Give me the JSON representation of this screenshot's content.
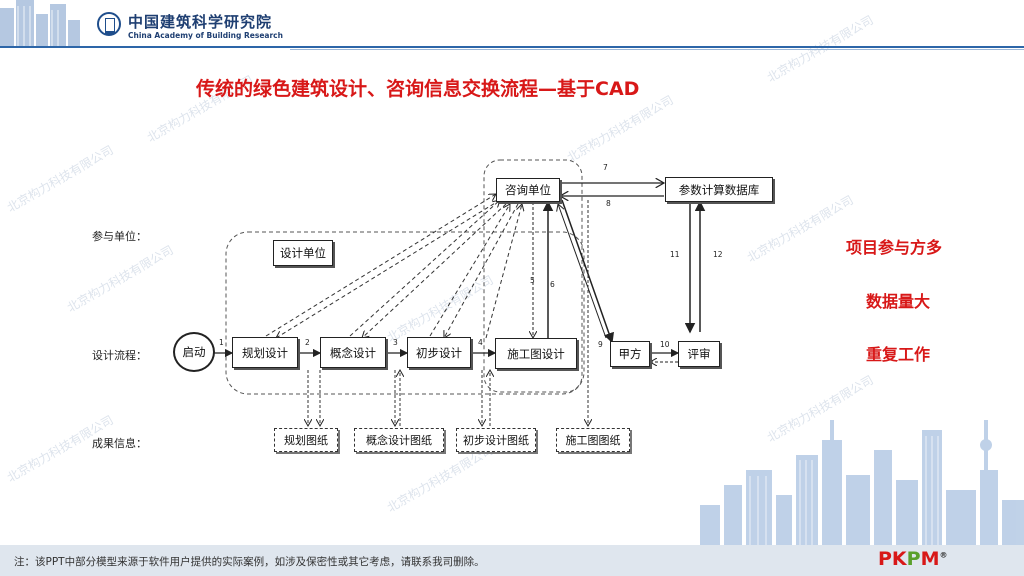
{
  "header": {
    "org_name_cn": "中国建筑科学研究院",
    "org_name_en": "China Academy of Building Research",
    "title": "传统的绿色建筑设计、咨询信息交换流程—基于CAD"
  },
  "diagram": {
    "row_labels": {
      "participants": "参与单位：",
      "design_process": "设计流程：",
      "deliverables": "成果信息："
    },
    "nodes": {
      "consulting_unit": "咨询单位",
      "parameter_db": "参数计算数据库",
      "design_unit": "设计单位",
      "start": "启动",
      "planning_design": "规划设计",
      "concept_design": "概念设计",
      "preliminary_design": "初步设计",
      "construction_drawing_design": "施工图设计",
      "owner": "甲方",
      "review": "评审"
    },
    "deliverables": {
      "planning_drawings": "规划图纸",
      "concept_drawings": "概念设计图纸",
      "preliminary_drawings": "初步设计图纸",
      "construction_drawings": "施工图图纸"
    },
    "edge_numbers": [
      "1",
      "2",
      "3",
      "4",
      "5",
      "6",
      "7",
      "8",
      "9",
      "10",
      "11",
      "12"
    ]
  },
  "bullets": [
    "项目参与方多",
    "数据量大",
    "重复工作"
  ],
  "footer": {
    "note": "注：该PPT中部分模型来源于软件用户提供的实际案例，如涉及保密性或其它考虑，请联系我司删除。",
    "brand_left": "PK",
    "brand_mid": "P",
    "brand_right": "M",
    "brand_mark": "®"
  },
  "watermark": "北京构力科技有限公司",
  "colors": {
    "title_red": "#d81818",
    "brand_blue": "#2d66a8",
    "brand_green": "#5aa02c"
  }
}
